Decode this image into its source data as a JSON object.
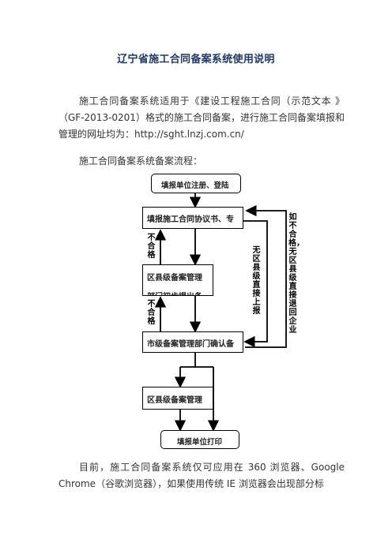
{
  "document": {
    "title": "辽宁省施工合同备案系统使用说明",
    "para1": "施工合同备案系统适用于《建设工程施工合同（示范文本 》（GF-2013-0201）格式的施工合同备案，进行施工合同备案填报和管理的网址均为：http://sght.lnzj.com.cn/",
    "para2": "施工合同备案系统备案流程：",
    "para3": "目前，施工合同备案系统仅可应用在 360 浏览器、Google Chrome（谷歌浏览器），如果使用传统 IE 浏览器会出现部分标"
  },
  "flowchart": {
    "box_register": "填报单位注册、登陆",
    "box_fill": "填报施工合同协议书、专",
    "box_district_review": "区县级备案管理",
    "box_district_review_sub": "部门初步提出备",
    "box_city_confirm": "市级备案管理部门确认备",
    "box_district_manage": "区县级备案管理",
    "box_print": "填报单位打印",
    "label_fail_1": "不合格",
    "label_fail_2": "不合格",
    "label_no_district": "无区县级直接上报",
    "label_fail_return": "如不合格，无区县级直接退回企业"
  }
}
